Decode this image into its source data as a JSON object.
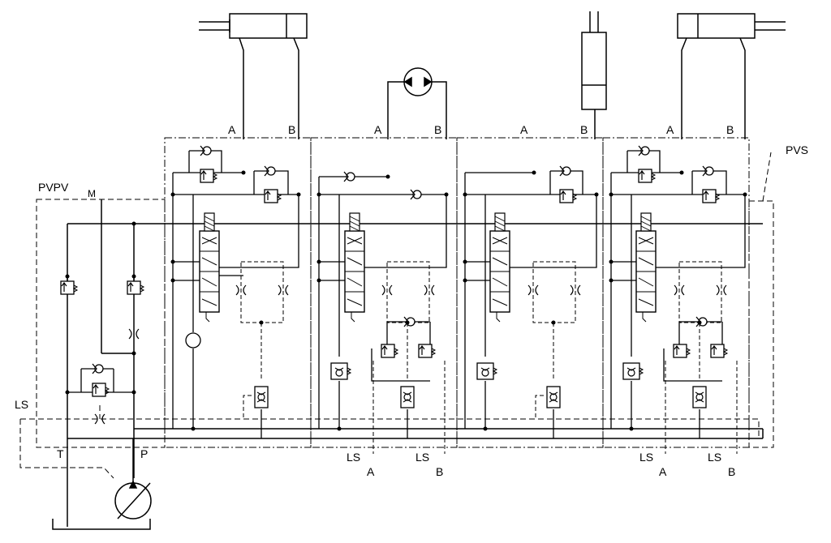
{
  "labels": {
    "pvpv": "PVPV",
    "pvs": "PVS",
    "m": "M",
    "ls_main": "LS",
    "t": "T",
    "p": "P",
    "s1_a": "A",
    "s1_b": "B",
    "s2_a": "A",
    "s2_b": "B",
    "s3_a": "A",
    "s3_b": "B",
    "s4_a": "A",
    "s4_b": "B",
    "ls_s2_a_1": "LS",
    "ls_s2_a_2": "A",
    "ls_s2_b_1": "LS",
    "ls_s2_b_2": "B",
    "ls_s4_a_1": "LS",
    "ls_s4_a_2": "A",
    "ls_s4_b_1": "LS",
    "ls_s4_b_2": "B"
  }
}
